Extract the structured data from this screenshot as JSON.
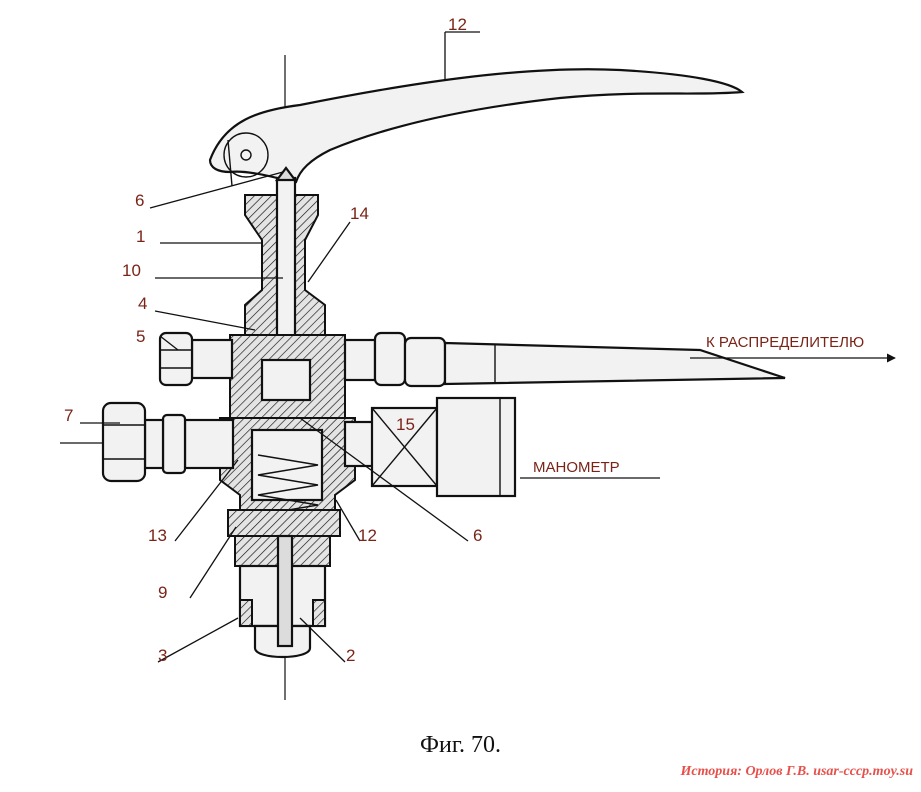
{
  "caption": "Фиг. 70.",
  "watermark": "История: Орлов Г.В. usar-cccp.moy.su",
  "outputs": {
    "distributor": "К РАСПРЕДЕЛИТЕЛЮ",
    "gauge": "МАНОМЕТР"
  },
  "callouts": [
    {
      "id": "12-lever",
      "text": "12"
    },
    {
      "id": "6-top",
      "text": "6"
    },
    {
      "id": "14",
      "text": "14"
    },
    {
      "id": "1",
      "text": "1"
    },
    {
      "id": "10",
      "text": "10"
    },
    {
      "id": "4",
      "text": "4"
    },
    {
      "id": "5",
      "text": "5"
    },
    {
      "id": "7",
      "text": "7"
    },
    {
      "id": "15",
      "text": "15"
    },
    {
      "id": "13",
      "text": "13"
    },
    {
      "id": "12-bottom",
      "text": "12"
    },
    {
      "id": "6-bottom",
      "text": "6"
    },
    {
      "id": "9",
      "text": "9"
    },
    {
      "id": "3",
      "text": "3"
    },
    {
      "id": "2",
      "text": "2"
    }
  ]
}
